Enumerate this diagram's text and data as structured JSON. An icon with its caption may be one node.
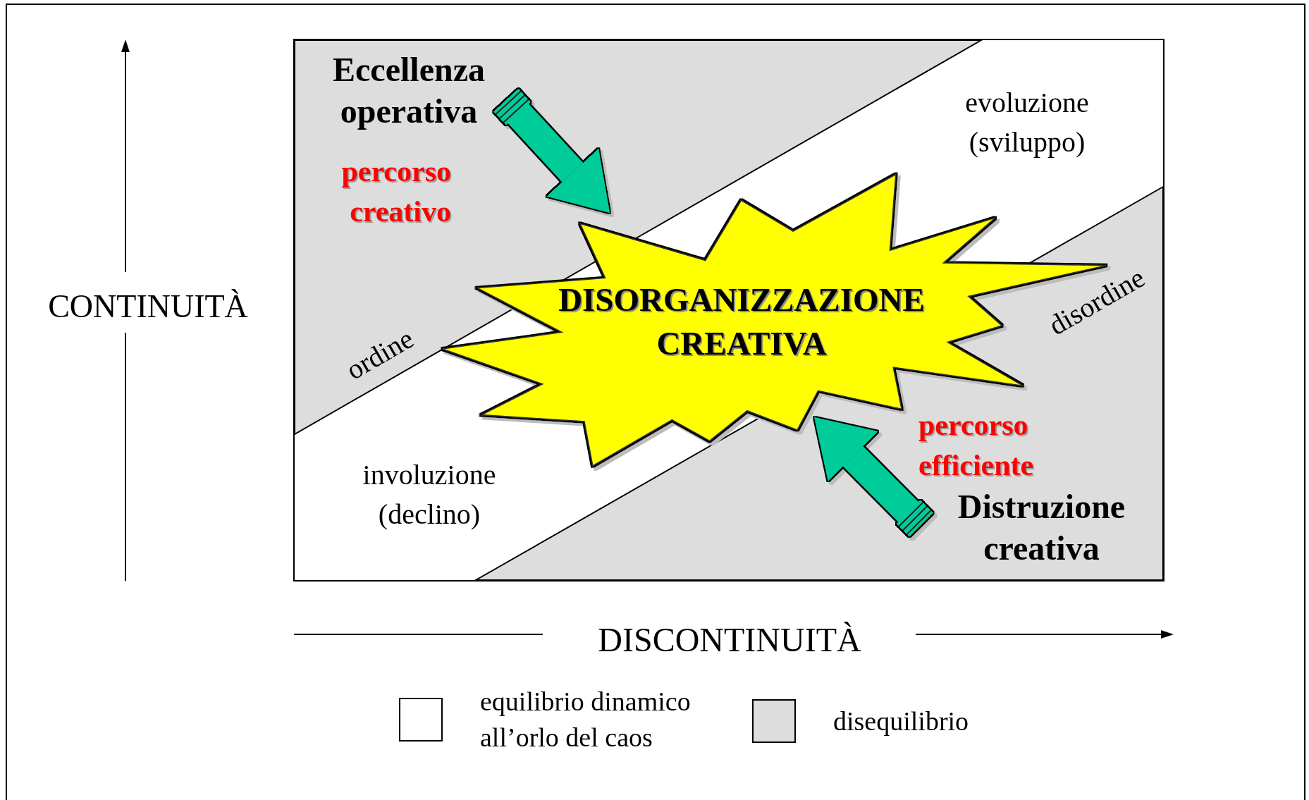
{
  "diagram": {
    "nodes": [
      {
        "text": [
          "Eccellenza operativa"
        ]
      },
      {
        "text": [
          "DISORGANIZZAZIONE CREATIVA"
        ]
      },
      {
        "text": [
          "Distruzione creativa"
        ]
      }
    ],
    "edges": [
      {
        "from": 0,
        "to": 1,
        "arrow": "to",
        "label": "percorso creativo"
      },
      {
        "from": 2,
        "to": 1,
        "arrow": "to",
        "label": "percorso efficiente"
      }
    ],
    "labels": [
      "evoluzione (sviluppo)",
      "ordine",
      "disordine",
      "CONTINUITÀ",
      "involuzione (declino)",
      "DISCONTINUITÀ"
    ],
    "legend": [
      {
        "text": "equilibrio dinamico all’orlo del caos",
        "color": "#ffffff"
      },
      {
        "text": "disequilibrio",
        "color": "#dddddd"
      }
    ]
  }
}
